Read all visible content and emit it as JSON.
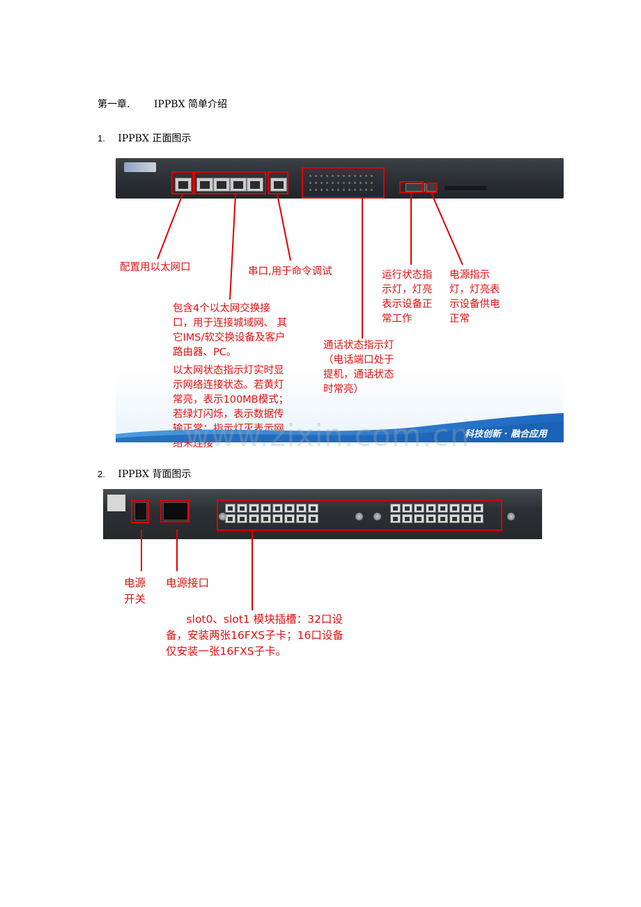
{
  "chapter": {
    "title": "第一章.",
    "name": "IPPBX 简单介绍"
  },
  "section1": {
    "number": "1.",
    "title": "IPPBX 正面图示"
  },
  "section2": {
    "number": "2.",
    "title": "IPPBX 背面图示"
  },
  "front": {
    "annotations": {
      "config_eth": "配置用以太网口",
      "serial": "串口,用于命令调试",
      "switch_ports": "包含4个以太网交换接\n口，用于连接城域网、 其\n它IMS/软交换设备及客户\n路由器、PC。",
      "eth_led": "以太网状态指示灯实时显\n示网络连接状态。若黄灯\n常亮，表示100MB模式；\n若绿灯闪烁，表示数据传\n输正常；指示灯灭表示网\n络未连接",
      "call_led": "通话状态指示灯\n（电话端口处于\n提机，通话状态\n时常亮）",
      "run_led": "运行状态指\n示灯，灯亮\n表示设备正\n常工作",
      "power_led": "电源指示\n灯，灯亮表\n示设备供电\n正常"
    },
    "banner_text": "科技创新 · 融合应用",
    "watermark": "www.zixin.com.cn"
  },
  "back": {
    "annotations": {
      "power_switch": "电源\n开关",
      "power_socket": "电源接口",
      "slots": "      slot0、slot1 模块插槽：32口设\n备，安装两张16FXS子卡；16口设备\n仅安装一张16FXS子卡。"
    }
  },
  "colors": {
    "annotation": "#e01010",
    "box": "#e00000",
    "banner": "#2a7bd0"
  }
}
